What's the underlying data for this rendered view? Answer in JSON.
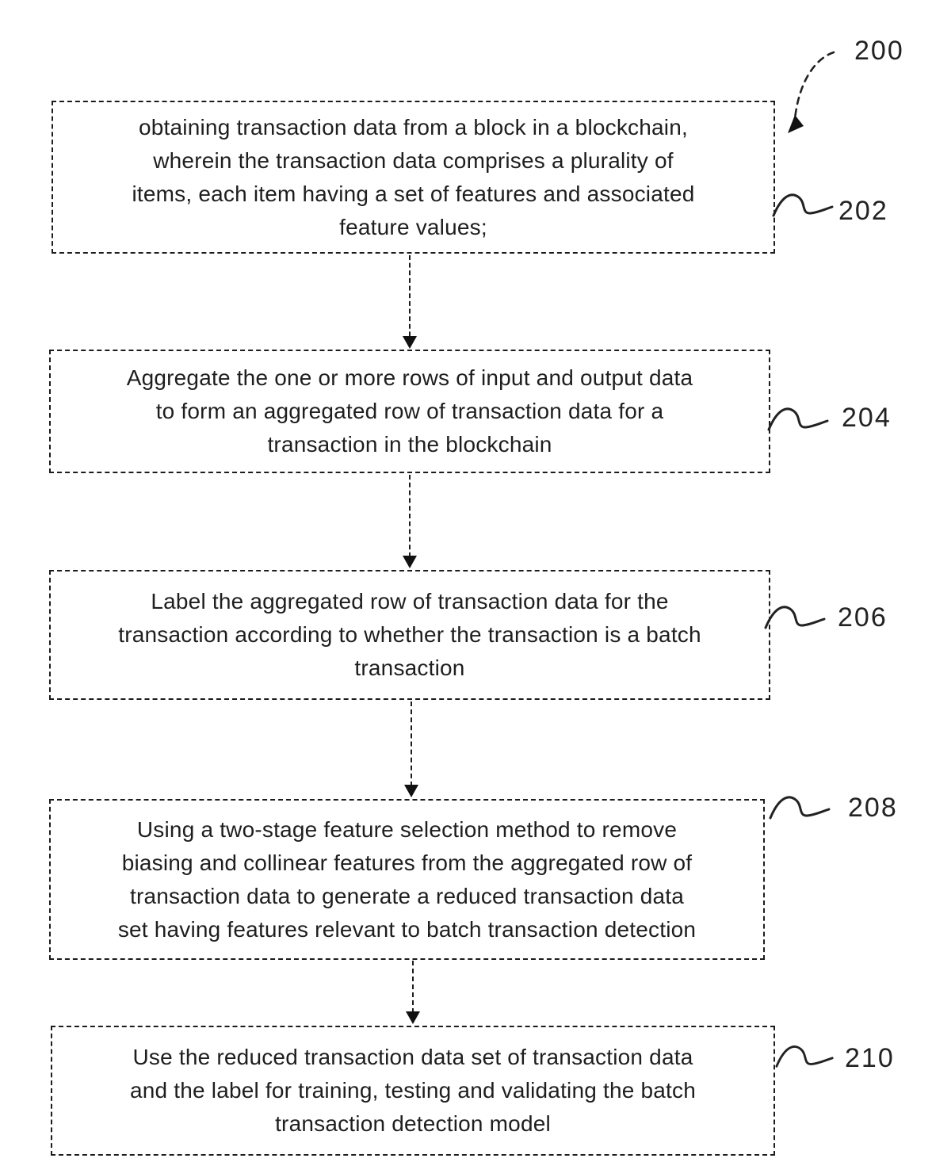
{
  "figure": {
    "label": "200",
    "colors": {
      "ink": "#1b1b1b",
      "background": "#ffffff"
    },
    "steps": [
      {
        "ref": "202",
        "text": "obtaining transaction data from a block in a blockchain,\nwherein the transaction data comprises a plurality of\nitems, each item having a set of features and associated\nfeature values;"
      },
      {
        "ref": "204",
        "text": "Aggregate the one or more rows of input and output data\nto form an aggregated row of transaction data for a\ntransaction in the blockchain"
      },
      {
        "ref": "206",
        "text": "Label the aggregated row of transaction data for the\ntransaction according to whether the transaction is a batch\ntransaction"
      },
      {
        "ref": "208",
        "text": "Using a two-stage feature selection method to remove\nbiasing and collinear features from the aggregated row of\ntransaction data to generate a reduced transaction data\nset having features relevant to batch transaction detection"
      },
      {
        "ref": "210",
        "text": "Use the reduced transaction data set of transaction data\nand the label for training, testing and validating the batch\ntransaction detection model"
      }
    ]
  }
}
